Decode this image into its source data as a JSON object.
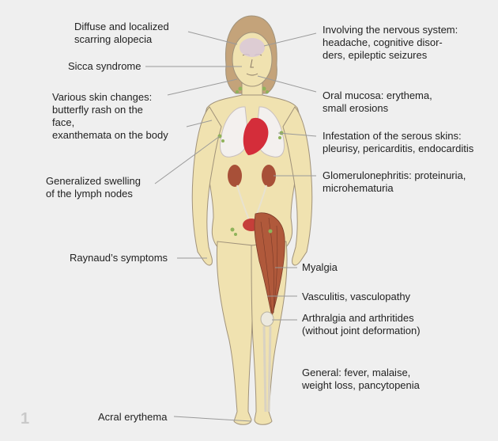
{
  "figure_number": "1",
  "labels": {
    "alopecia": "Diffuse and localized\nscarring alopecia",
    "sicca": "Sicca syndrome",
    "skin": "Various skin changes:\nbutterfly rash on the\nface,\nexanthemata on the body",
    "lymph": "Generalized swelling\nof the lymph nodes",
    "raynaud": "Raynaud’s symptoms",
    "acral": "Acral erythema",
    "nervous": "Involving the nervous system:\nheadache, cognitive disor-\nders, epileptic seizures",
    "oral": "Oral mucosa: erythema,\nsmall erosions",
    "serous": "Infestation of the serous skins:\npleurisy, pericarditis, endocarditis",
    "glomerulo": "Glomerulonephritis: proteinuria,\nmicrohematuria",
    "myalgia": "Myalgia",
    "vasculitis": "Vasculitis, vasculopathy",
    "arthralgia": "Arthralgia and arthritides\n(without joint deformation)",
    "general": "General: fever, malaise,\nweight loss, pancytopenia"
  },
  "colors": {
    "background": "#efefef",
    "skin": "#f0e2b0",
    "outline": "#a0927a",
    "organ_white": "#f3f0ee",
    "heart": "#d42d3a",
    "kidney": "#a85038",
    "muscle": "#b0593b",
    "bone": "#ece9df",
    "lymph": "#8fb35a",
    "brain": "#d9c8d9",
    "leader": "#9a9a9a"
  }
}
